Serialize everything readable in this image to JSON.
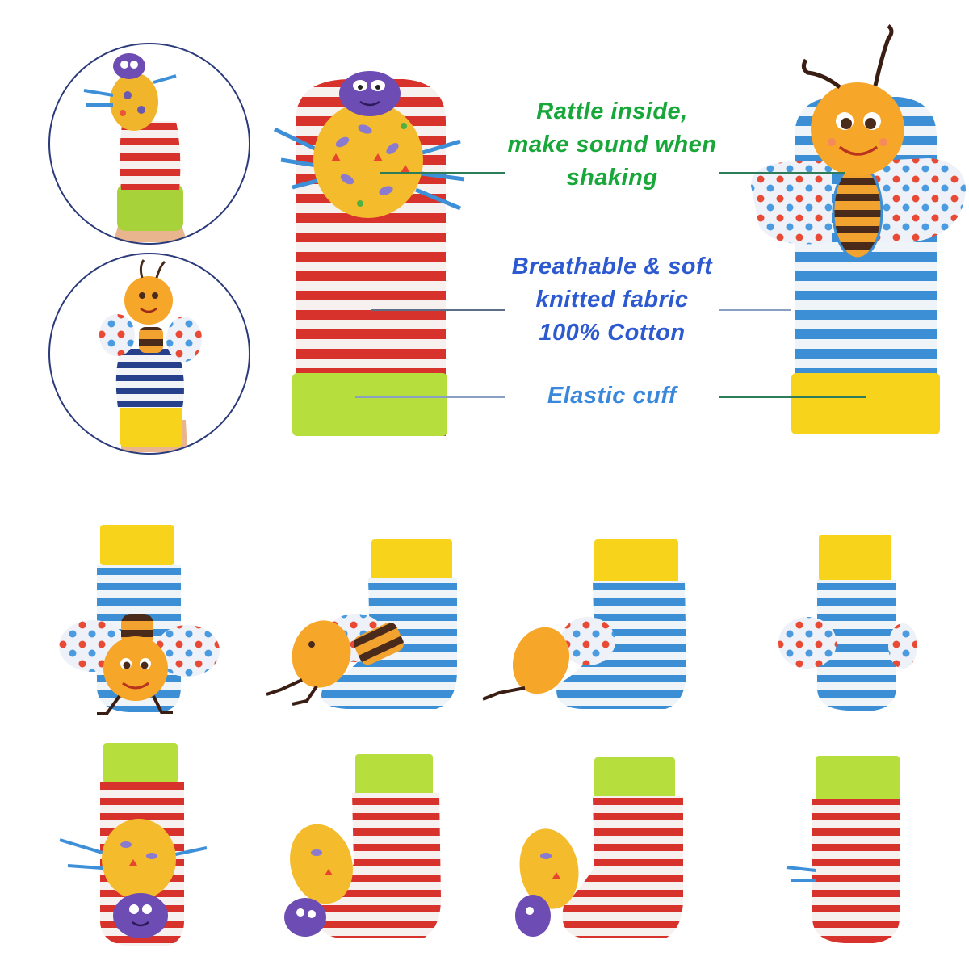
{
  "colors": {
    "green_text": "#18a83a",
    "blue_text": "#2d5ad0",
    "cuff_blue_text": "#3a88dc",
    "leader_line": "#2e7d5a",
    "red_stripe": "#d8322c",
    "blue_stripe": "#3c8fd4",
    "lime_cuff": "#b6df3e",
    "yellow_cuff": "#f7d31c",
    "bug_orange": "#f6a629",
    "ladybug_purple": "#6d4cb3",
    "circle_border": "#2b3a7a"
  },
  "callouts": {
    "rattle": [
      "Rattle inside,",
      "make sound when",
      "shaking"
    ],
    "fabric": [
      "Breathable & soft",
      "knitted fabric",
      "100% Cotton"
    ],
    "cuff": [
      "Elastic cuff"
    ]
  },
  "icons": {
    "top_inset": "hand-puppet-ladybug-icon",
    "bottom_inset": "hand-puppet-bee-icon",
    "left_product": "ladybug-wrist-rattle-icon",
    "right_product": "bee-wrist-rattle-icon",
    "bee_socks": "bee-foot-rattle-sock-icon",
    "ladybug_socks": "ladybug-foot-rattle-sock-icon"
  }
}
